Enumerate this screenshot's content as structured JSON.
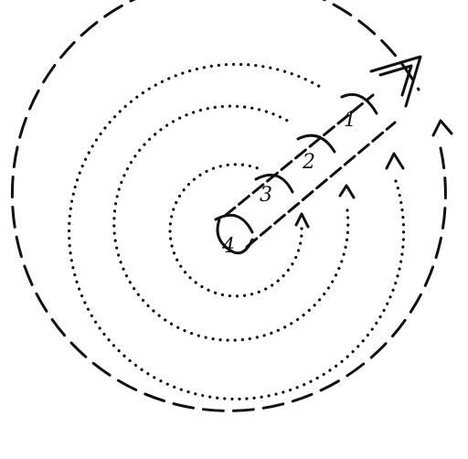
{
  "stages": [
    {
      "label": "1"
    },
    {
      "label": "2"
    },
    {
      "label": "3"
    },
    {
      "label": "4"
    }
  ],
  "rings": [
    {
      "style": "dotted"
    },
    {
      "style": "dotted"
    },
    {
      "style": "dotted"
    },
    {
      "style": "dashed"
    }
  ],
  "colors": {
    "ink": "#111111",
    "background": "#ffffff"
  }
}
